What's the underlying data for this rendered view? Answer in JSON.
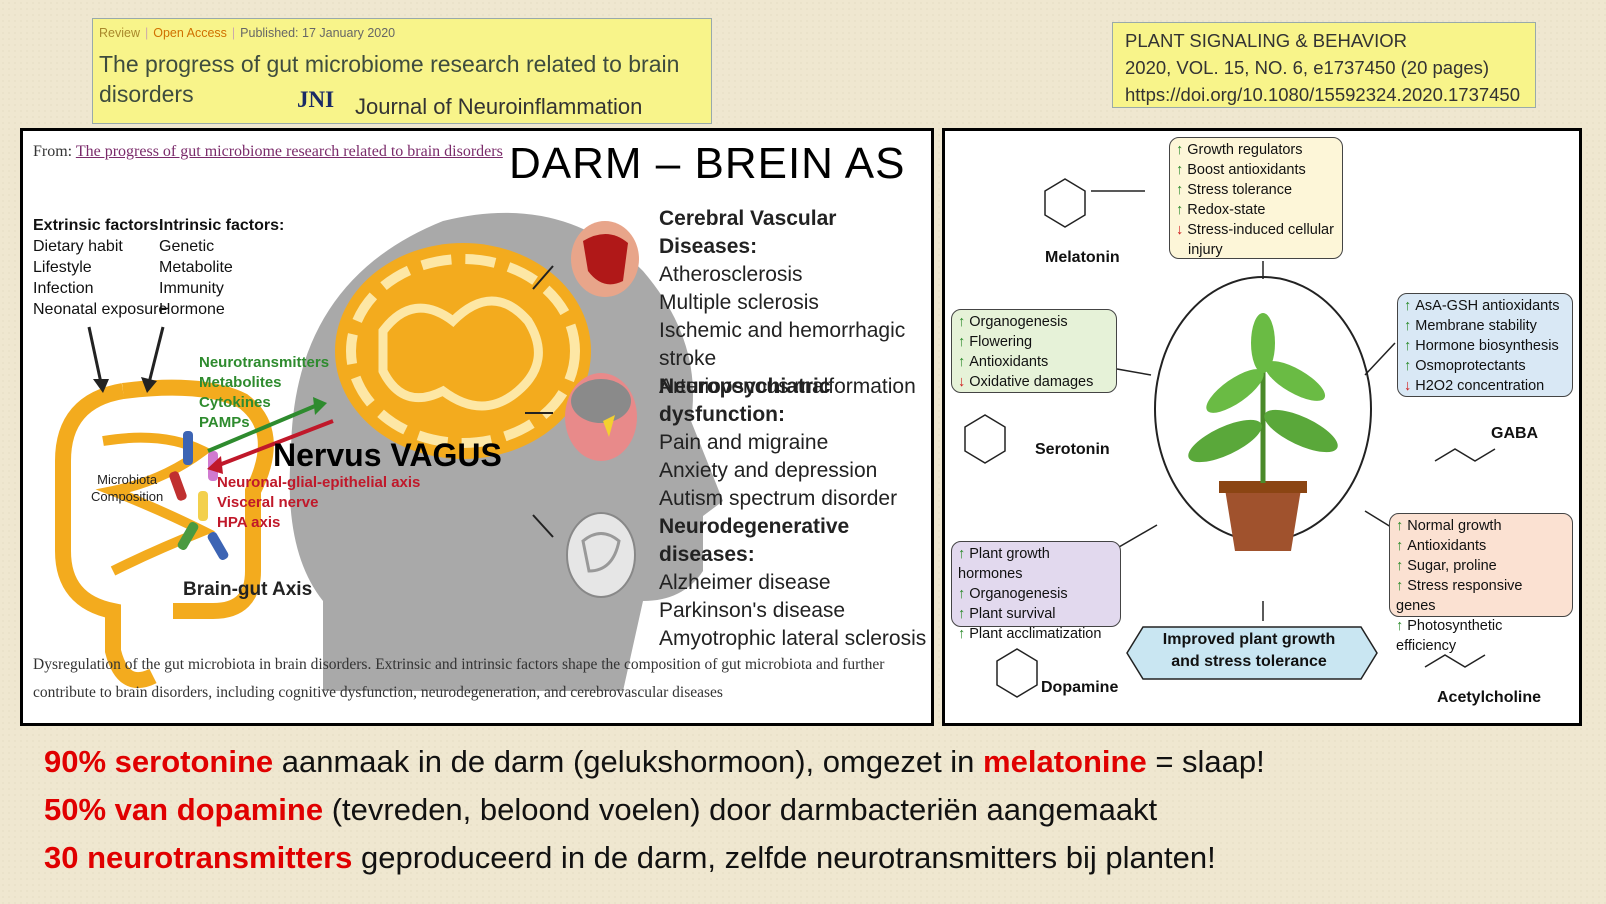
{
  "citation_left": {
    "type": "Review",
    "access": "Open Access",
    "published": "Published: 17 January 2020",
    "title": "The progress of gut microbiome research related to brain disorders",
    "journal_logo": "JNI",
    "journal": "Journal of Neuroinflammation"
  },
  "citation_right": {
    "line1": "PLANT SIGNALING & BEHAVIOR",
    "line2": "2020, VOL. 15, NO. 6, e1737450 (20 pages)",
    "line3": "https://doi.org/10.1080/15592324.2020.1737450"
  },
  "left_panel": {
    "from_label": "From:",
    "from_link": "The progress of gut microbiome research related to brain disorders",
    "heading": "DARM – BREIN AS",
    "extrinsic": {
      "title": "Extrinsic factors:",
      "items": [
        "Dietary habit",
        "Lifestyle",
        "Infection",
        "Neonatal exposure"
      ]
    },
    "intrinsic": {
      "title": "Intrinsic factors:",
      "items": [
        "Genetic",
        "Metabolite",
        "Immunity",
        "Hormone"
      ]
    },
    "signals_green": [
      "Neurotransmitters",
      "Metabolites",
      "Cytokines",
      "PAMPs"
    ],
    "signals_red": [
      "Neuronal-glial-epithelial axis",
      "Visceral nerve",
      "HPA axis"
    ],
    "nervus": "Nervus VAGUS",
    "microbiota": [
      "Microbiota",
      "Composition"
    ],
    "axis_label": "Brain-gut Axis",
    "diseases": [
      {
        "title": "Cerebral Vascular Diseases:",
        "items": [
          "Atherosclerosis",
          "Multiple sclerosis",
          "Ischemic and hemorrhagic stroke",
          "Arteriovenous malformation"
        ]
      },
      {
        "title": "Neuropsychiatric dysfunction:",
        "items": [
          "Pain and migraine",
          "Anxiety and depression",
          "Autism spectrum disorder"
        ]
      },
      {
        "title": "Neurodegenerative diseases:",
        "items": [
          "Alzheimer disease",
          "Parkinson's disease",
          "Amyotrophic lateral sclerosis"
        ]
      }
    ],
    "caption": "Dysregulation of the gut microbiota in brain disorders. Extrinsic and intrinsic factors shape the composition of gut microbiota and further contribute to brain disorders, including cognitive dysfunction, neurodegeneration, and cerebrovascular diseases"
  },
  "right_panel": {
    "melatonin_box": [
      {
        "dir": "up",
        "text": "Growth regulators"
      },
      {
        "dir": "up",
        "text": "Boost antioxidants"
      },
      {
        "dir": "up",
        "text": "Stress tolerance"
      },
      {
        "dir": "up",
        "text": "Redox-state"
      },
      {
        "dir": "down",
        "text": "Stress-induced  cellular"
      },
      {
        "dir": "",
        "text": "injury"
      }
    ],
    "serotonin_box": [
      {
        "dir": "up",
        "text": "Organogenesis"
      },
      {
        "dir": "up",
        "text": "Flowering"
      },
      {
        "dir": "up",
        "text": "Antioxidants"
      },
      {
        "dir": "down",
        "text": "Oxidative damages"
      }
    ],
    "gaba_box": [
      {
        "dir": "up",
        "text": "AsA-GSH antioxidants"
      },
      {
        "dir": "up",
        "text": "Membrane stability"
      },
      {
        "dir": "up",
        "text": "Hormone biosynthesis"
      },
      {
        "dir": "up",
        "text": "Osmoprotectants"
      },
      {
        "dir": "down",
        "text": "H2O2 concentration"
      }
    ],
    "dopamine_box": [
      {
        "dir": "up",
        "text": "Plant growth hormones"
      },
      {
        "dir": "up",
        "text": "Organogenesis"
      },
      {
        "dir": "up",
        "text": "Plant survival"
      },
      {
        "dir": "up",
        "text": "Plant acclimatization"
      }
    ],
    "acetylcholine_box": [
      {
        "dir": "up",
        "text": "Normal growth"
      },
      {
        "dir": "up",
        "text": "Antioxidants"
      },
      {
        "dir": "up",
        "text": "Sugar, proline"
      },
      {
        "dir": "up",
        "text": "Stress responsive genes"
      },
      {
        "dir": "up",
        "text": "Photosynthetic efficiency"
      }
    ],
    "molecules": {
      "melatonin": "Melatonin",
      "serotonin": "Serotonin",
      "gaba": "GABA",
      "dopamine": "Dopamine",
      "acetylcholine": "Acetylcholine"
    },
    "improved_line1": "Improved plant growth",
    "improved_line2": "and stress tolerance",
    "colors": {
      "melatonin_bg": "#fdf6d8",
      "serotonin_bg": "#e6f2d8",
      "gaba_bg": "#d9e8f5",
      "dopamine_bg": "#e2d9ee",
      "acetylcholine_bg": "#fbe1d2",
      "improved_bg": "#c9e6f2"
    }
  },
  "bottom": {
    "l1_red": "90% serotonine",
    "l1_mid": " aanmaak in de darm (gelukshormoon), omgezet in ",
    "l1_red2": "melatonine",
    "l1_end": " = slaap!",
    "l2_red": "50% van dopamine",
    "l2_end": " (tevreden, beloond voelen) door darmbacteriën aangemaakt",
    "l3_red": "30 neurotransmitters",
    "l3_end": " geproduceerd in de darm, zelfde neurotransmitters bij planten!"
  }
}
